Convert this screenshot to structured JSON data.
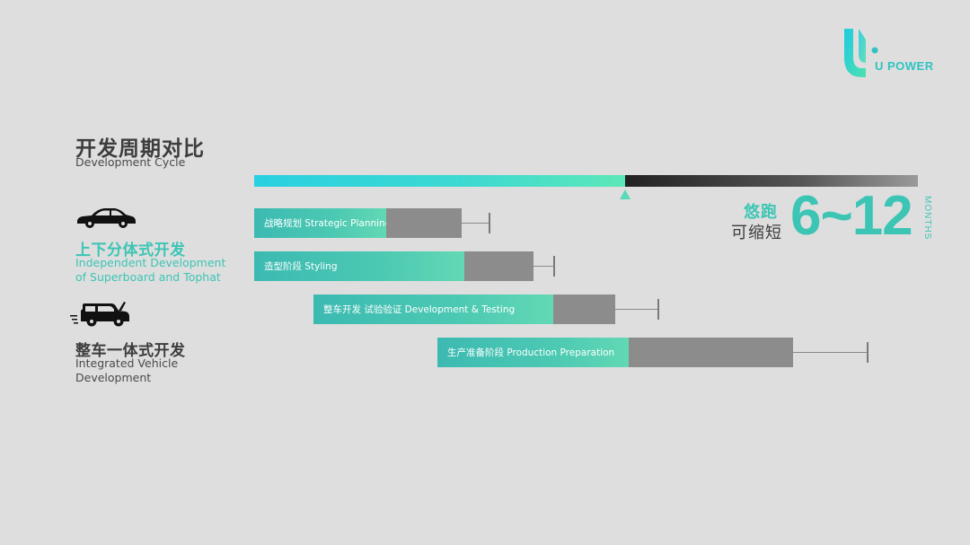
{
  "logo": {
    "text": "U POWER",
    "accent_color": "#2fc4c0"
  },
  "header": {
    "title": "开发周期对比",
    "subtitle": "Development Cycle"
  },
  "timeline": {
    "marker_position_fraction": 0.558,
    "left_color": "#28d0e0",
    "right_color": "#222222"
  },
  "categories": [
    {
      "icon": "sedan-car-icon",
      "label_cn": "上下分体式开发",
      "label_en_line1": "Independent Development",
      "label_en_line2": "of Superboard and Tophat",
      "color": "#3cc5b4"
    },
    {
      "icon": "suv-car-icon",
      "label_cn": "整车一体式开发",
      "label_en_line1": "Integrated Vehicle",
      "label_en_line2": "Development",
      "color": "#3d3d3d"
    }
  ],
  "phases": [
    {
      "label": "战略规划 Strategic Planning"
    },
    {
      "label": "造型阶段 Styling"
    },
    {
      "label": "整车开发 试验验证 Development & Testing"
    },
    {
      "label": "生产准备阶段 Production Preparation"
    }
  ],
  "callout": {
    "line1": "悠跑",
    "line2": "可缩短",
    "range": "6~12",
    "unit": "MONTHS",
    "accent_color": "#3cc5b4"
  }
}
